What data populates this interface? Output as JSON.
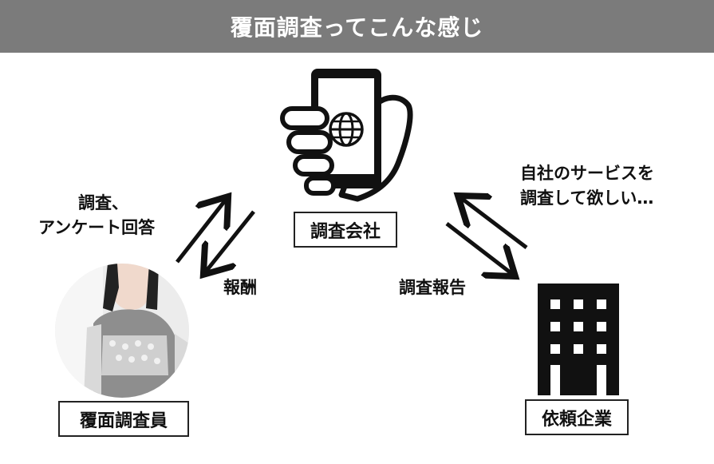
{
  "title": "覆面調査ってこんな感じ",
  "nodes": {
    "company": "調査会社",
    "surveyor": "覆面調査員",
    "client": "依頼企業"
  },
  "flows": {
    "survey_lines": [
      "調査、",
      "アンケート回答"
    ],
    "reward": "報酬",
    "report": "調査報告",
    "request_lines": [
      "自社のサービスを",
      "調査して欲しい…"
    ]
  },
  "icons": {
    "phone": "smartphone-in-hand-globe-icon",
    "building": "office-building-icon"
  }
}
